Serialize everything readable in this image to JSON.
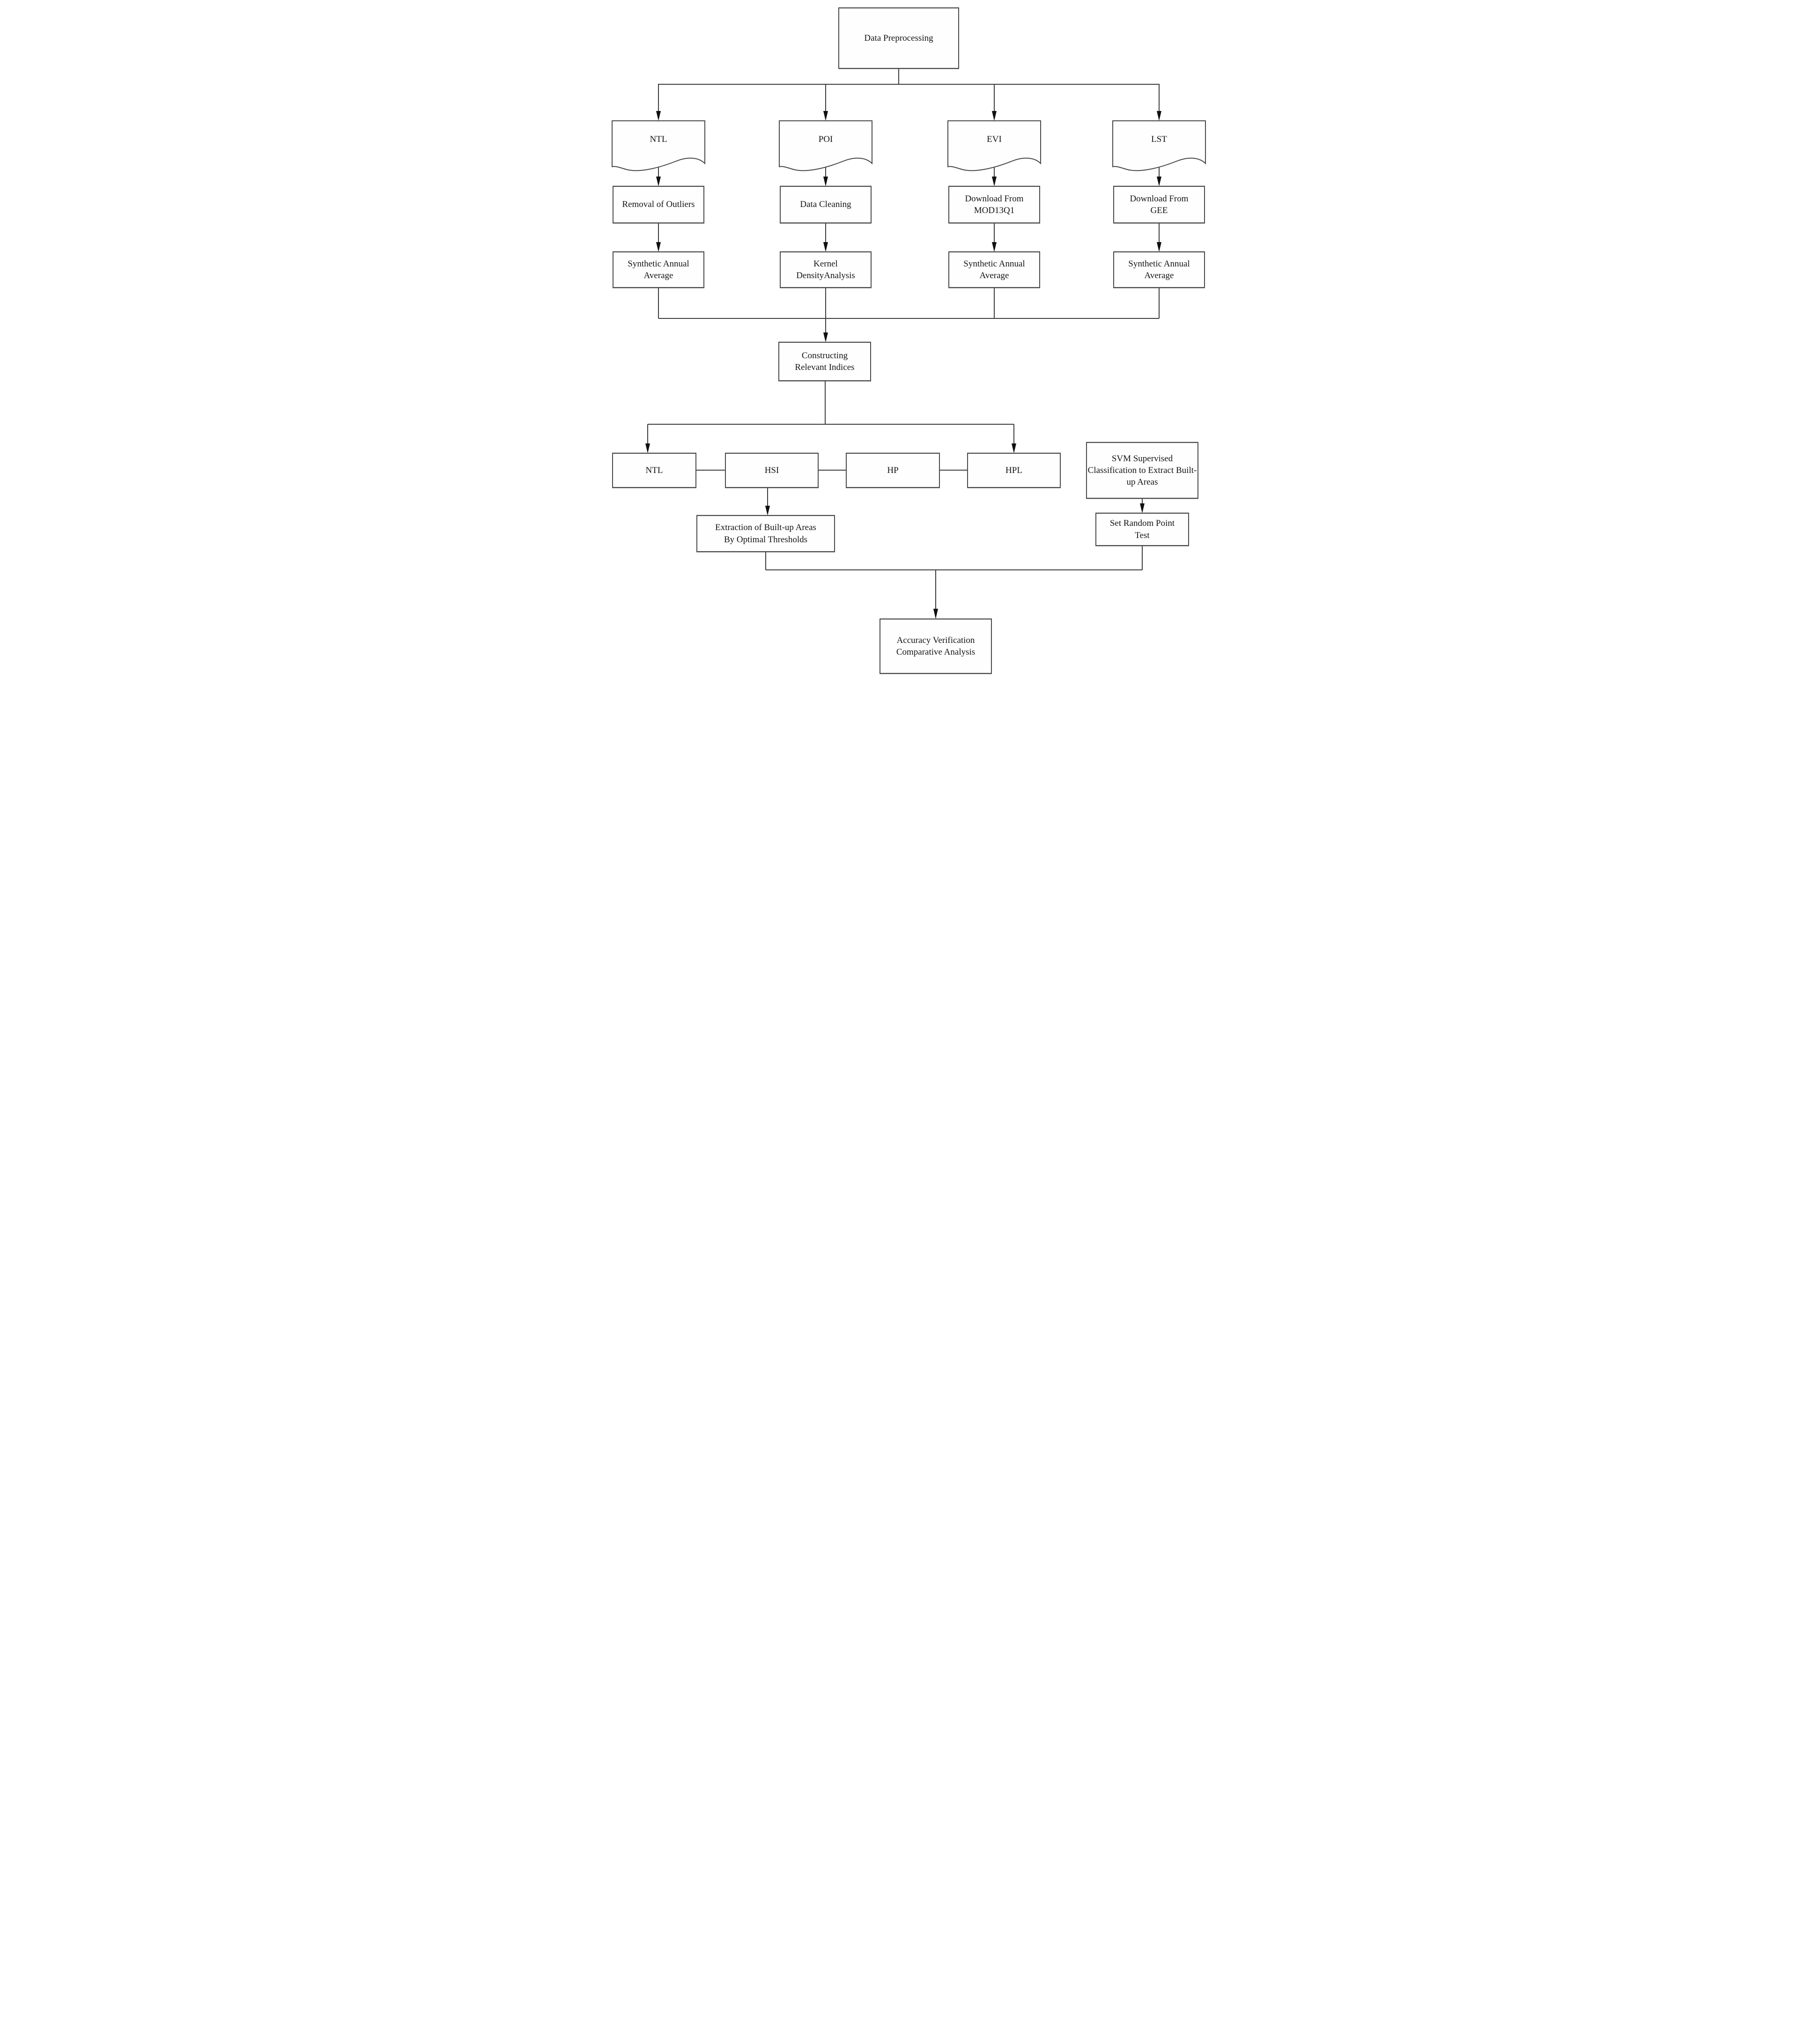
{
  "diagram": {
    "type": "flowchart",
    "colors": {
      "background": "#ffffff",
      "line": "#3d3d3d",
      "box_border": "#4a4a4a",
      "text": "#141414",
      "arrowhead": "#101010"
    },
    "nodes": {
      "data_preprocessing": {
        "label": "Data Preprocessing",
        "shape": "rectangle"
      },
      "ntl_source": {
        "label": "NTL",
        "shape": "document"
      },
      "poi_source": {
        "label": "POI",
        "shape": "document"
      },
      "evi_source": {
        "label": "EVI",
        "shape": "document"
      },
      "lst_source": {
        "label": "LST",
        "shape": "document"
      },
      "removal_of_outliers": {
        "label": "Removal of Outliers",
        "shape": "rectangle"
      },
      "data_cleaning": {
        "label": "Data Cleaning",
        "shape": "rectangle"
      },
      "download_from_mod13q1": {
        "label": "Download From MOD13Q1",
        "shape": "rectangle"
      },
      "download_from_gee": {
        "label": "Download From GEE",
        "shape": "rectangle"
      },
      "synthetic_annual_average_ntl": {
        "label": "Synthetic Annual Average",
        "shape": "rectangle"
      },
      "kernel_density_analysis": {
        "label": "Kernel DensityAnalysis",
        "shape": "rectangle"
      },
      "synthetic_annual_average_evi": {
        "label": "Synthetic Annual Average",
        "shape": "rectangle"
      },
      "synthetic_annual_average_lst": {
        "label": "Synthetic Annual Average",
        "shape": "rectangle"
      },
      "constructing_relevant_indices": {
        "label": "Constructing Relevant Indices",
        "shape": "rectangle"
      },
      "ntl_index": {
        "label": "NTL",
        "shape": "rectangle"
      },
      "hsi_index": {
        "label": "HSI",
        "shape": "rectangle"
      },
      "hp_index": {
        "label": "HP",
        "shape": "rectangle"
      },
      "hpl_index": {
        "label": "HPL",
        "shape": "rectangle"
      },
      "svm_supervised": {
        "label": "SVM Supervised Classification to Extract Built-up Areas",
        "shape": "rectangle"
      },
      "extraction_by_optimal_thresholds": {
        "label": "Extraction of Built-up Areas By Optimal Thresholds",
        "shape": "rectangle"
      },
      "set_random_point_test": {
        "label": "Set Random Point Test",
        "shape": "rectangle"
      },
      "accuracy_verification": {
        "label": "Accuracy Verification Comparative Analysis",
        "shape": "rectangle"
      }
    },
    "edges": [
      {
        "from": "data_preprocessing",
        "to": "ntl_source",
        "type": "arrow"
      },
      {
        "from": "data_preprocessing",
        "to": "poi_source",
        "type": "arrow"
      },
      {
        "from": "data_preprocessing",
        "to": "evi_source",
        "type": "arrow"
      },
      {
        "from": "data_preprocessing",
        "to": "lst_source",
        "type": "arrow"
      },
      {
        "from": "ntl_source",
        "to": "removal_of_outliers",
        "type": "arrow"
      },
      {
        "from": "poi_source",
        "to": "data_cleaning",
        "type": "arrow"
      },
      {
        "from": "evi_source",
        "to": "download_from_mod13q1",
        "type": "arrow"
      },
      {
        "from": "lst_source",
        "to": "download_from_gee",
        "type": "arrow"
      },
      {
        "from": "removal_of_outliers",
        "to": "synthetic_annual_average_ntl",
        "type": "arrow"
      },
      {
        "from": "data_cleaning",
        "to": "kernel_density_analysis",
        "type": "arrow"
      },
      {
        "from": "download_from_mod13q1",
        "to": "synthetic_annual_average_evi",
        "type": "arrow"
      },
      {
        "from": "download_from_gee",
        "to": "synthetic_annual_average_lst",
        "type": "arrow"
      },
      {
        "from": "synthetic_annual_average_ntl",
        "to": "constructing_relevant_indices",
        "type": "merge"
      },
      {
        "from": "kernel_density_analysis",
        "to": "constructing_relevant_indices",
        "type": "arrow"
      },
      {
        "from": "synthetic_annual_average_evi",
        "to": "constructing_relevant_indices",
        "type": "merge"
      },
      {
        "from": "synthetic_annual_average_lst",
        "to": "constructing_relevant_indices",
        "type": "merge"
      },
      {
        "from": "constructing_relevant_indices",
        "to": "ntl_index",
        "type": "arrow"
      },
      {
        "from": "constructing_relevant_indices",
        "to": "hpl_index",
        "type": "arrow"
      },
      {
        "from": "ntl_index",
        "to": "hsi_index",
        "type": "line"
      },
      {
        "from": "hsi_index",
        "to": "hp_index",
        "type": "line"
      },
      {
        "from": "hp_index",
        "to": "hpl_index",
        "type": "line"
      },
      {
        "from": "hsi_index",
        "to": "extraction_by_optimal_thresholds",
        "type": "arrow"
      },
      {
        "from": "svm_supervised",
        "to": "set_random_point_test",
        "type": "arrow"
      },
      {
        "from": "extraction_by_optimal_thresholds",
        "to": "accuracy_verification",
        "type": "merge"
      },
      {
        "from": "set_random_point_test",
        "to": "accuracy_verification",
        "type": "arrow"
      }
    ]
  }
}
